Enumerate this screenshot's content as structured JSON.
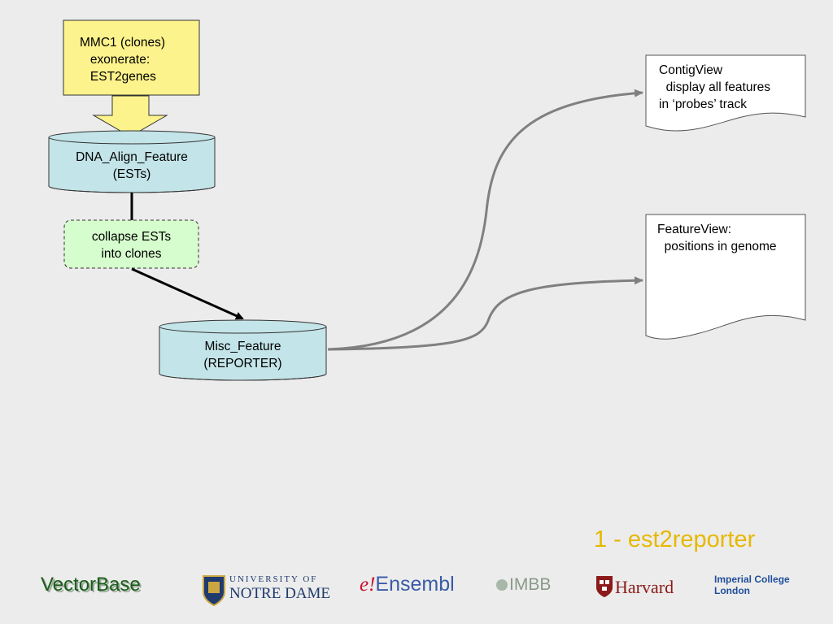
{
  "diagram": {
    "mmc1_box": "MMC1 (clones)\n   exonerate:\n   EST2genes",
    "dna_align": "DNA_Align_Feature\n(ESTs)",
    "collapse": "collapse ESTs\ninto clones",
    "misc_feature": "Misc_Feature\n(REPORTER)",
    "contigview_doc": "ContigView\n  display all features\nin ‘probes’ track",
    "featureview_doc": "FeatureView:\n  positions in genome"
  },
  "slide_title": "1 - est2reporter",
  "footer": {
    "vectorbase": "VectorBase",
    "notre_dame_top": "UNIVERSITY OF",
    "notre_dame_bottom": "NOTRE DAME",
    "ensembl_e": "e!",
    "ensembl": "Ensembl",
    "imbb": "IMBB",
    "harvard": "Harvard",
    "imperial_1": "Imperial College",
    "imperial_2": "London"
  },
  "colors": {
    "background": "#ececec",
    "yellow_box": "#fdf38c",
    "cylinder_fill": "#c3e4e8",
    "green_box": "#d6fdcd",
    "connector_gray": "#808080",
    "title_gold": "#e6b800"
  }
}
